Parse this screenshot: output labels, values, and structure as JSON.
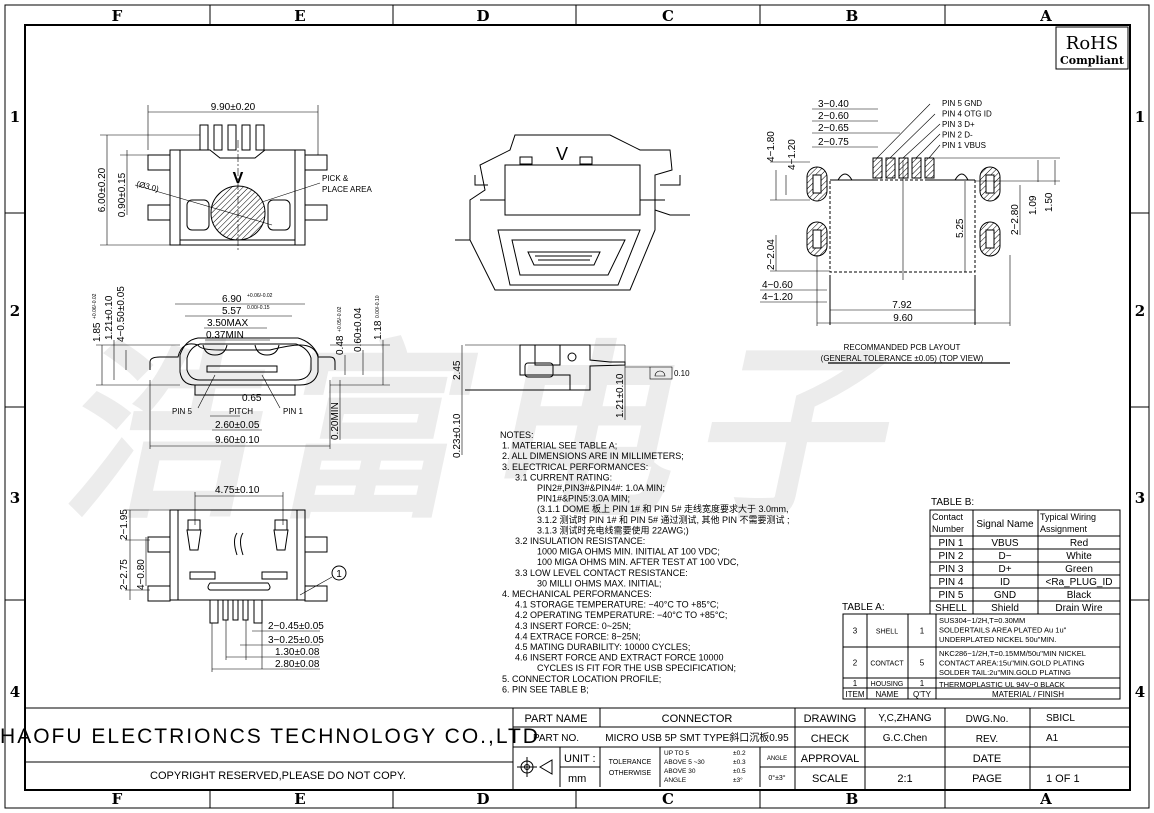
{
  "frame": {
    "columns": [
      "F",
      "E",
      "D",
      "C",
      "B",
      "A"
    ],
    "rows": [
      "1",
      "2",
      "3",
      "4"
    ]
  },
  "rohs": {
    "line1": "RoHS",
    "line2": "Compliant"
  },
  "watermark": "浩富电子",
  "top_view": {
    "width": "9.90±0.20",
    "height": "6.00±0.20",
    "offset": "0.90±0.15",
    "diameter": "(Ø3.0)",
    "pick_label_1": "PICK &",
    "pick_label_2": "PLACE AREA",
    "mark": "V"
  },
  "front_view": {
    "d1": "6.90",
    "d1_tol": "+0.06/-0.02",
    "d2": "5.57",
    "d2_tol": "0.00/-0.15",
    "d3": "3.50MAX",
    "d4": "0.37MIN",
    "h1": "1.85",
    "h1_tol": "+0.06/-0.02",
    "h2": "1.21±0.10",
    "h3": "4−0.50±0.05",
    "r1": "0.48",
    "r1_tol": "+0.05/-0.02",
    "r2": "0.60±0.04",
    "r3": "1.18",
    "r3_tol": "0.00/-0.10",
    "pitch_val": "0.65",
    "pitch": "PITCH",
    "pin5": "PIN 5",
    "pin1": "PIN 1",
    "w1": "2.60±0.05",
    "w2": "9.60±0.10",
    "min": "0.20MIN"
  },
  "bottom_view": {
    "width": "4.75±0.10",
    "v1": "2−1.95",
    "v2": "2−2.75",
    "v3": "4−0.80",
    "d1": "2−0.45±0.05",
    "d2": "3−0.25±0.05",
    "d3": "1.30±0.08",
    "d4": "2.80±0.08",
    "balloon": "1"
  },
  "side_view": {
    "h": "2.45",
    "h2": "1.21±0.10",
    "h3": "0.23±0.10",
    "flatness": "0.10"
  },
  "pcb_layout": {
    "pins": [
      "PIN 5 GND",
      "PIN 4 OTG ID",
      "PIN 3 D+",
      "PIN 2 D-",
      "PIN 1 VBUS"
    ],
    "d_a": "3−0.40",
    "d_b": "2−0.60",
    "d_c": "2−0.65",
    "d_d": "2−0.75",
    "v1": "4−1.80",
    "v2": "4−1.20",
    "v3": "2−2.04",
    "h1": "4−0.60",
    "h2": "4−1.20",
    "w1": "7.92",
    "w2": "9.60",
    "r1": "5.25",
    "r2": "2−2.80",
    "r3": "1.09",
    "r4": "1.50",
    "caption_1": "RECOMMANDED PCB LAYOUT",
    "caption_2": "(GENERAL TOLERANCE ±0.05) (TOP VIEW)"
  },
  "notes": [
    {
      "text": "NOTES:",
      "level": 0
    },
    {
      "text": "1. MATERIAL SEE TABLE A;",
      "level": 1
    },
    {
      "text": "2. ALL DIMENSIONS ARE IN MILLIMETERS;",
      "level": 1
    },
    {
      "text": "3. ELECTRICAL PERFORMANCES:",
      "level": 1
    },
    {
      "text": "3.1 CURRENT RATING:",
      "level": 2
    },
    {
      "text": "PIN2#,PIN3#&PIN4#: 1.0A MIN;",
      "level": 3
    },
    {
      "text": "PIN1#&PIN5:3.0A MIN;",
      "level": 3
    },
    {
      "text": "(3.1.1 DOME 板上 PIN 1# 和 PIN 5# 走线宽度要求大于 3.0mm,",
      "level": 3
    },
    {
      "text": "3.1.2 测试时 PIN 1# 和 PIN 5# 通过测试, 其他 PIN 不需要测试 ;",
      "level": 3
    },
    {
      "text": "3.1.3 测试时充电线需要使用 22AWG;)",
      "level": 3
    },
    {
      "text": "3.2 INSULATION RESISTANCE:",
      "level": 2
    },
    {
      "text": "1000 MIGA OHMS MIN. INITIAL AT 100 VDC;",
      "level": 3
    },
    {
      "text": "100 MIGA OHMS MIN. AFTER TEST AT 100 VDC,",
      "level": 3
    },
    {
      "text": "3.3 LOW LEVEL CONTACT RESISTANCE:",
      "level": 2
    },
    {
      "text": "30 MILLI OHMS MAX. INITIAL;",
      "level": 3
    },
    {
      "text": "4. MECHANICAL PERFORMANCES:",
      "level": 1
    },
    {
      "text": "4.1 STORAGE TEMPERATURE: −40°C TO +85°C;",
      "level": 2
    },
    {
      "text": "4.2 OPERATING TEMPERATURE: −40°C TO +85°C;",
      "level": 2
    },
    {
      "text": "4.3 INSERT FORCE: 0~25N;",
      "level": 2
    },
    {
      "text": "4.4 EXTRACE FORCE: 8~25N;",
      "level": 2
    },
    {
      "text": "4.5 MATING DURABILITY: 10000 CYCLES;",
      "level": 2
    },
    {
      "text": "4.6 INSERT FORCE AND EXTRACT FORCE 10000",
      "level": 2
    },
    {
      "text": "CYCLES IS FIT FOR THE USB SPECIFICATION;",
      "level": 3
    },
    {
      "text": "5. CONNECTOR LOCATION PROFILE;",
      "level": 1
    },
    {
      "text": "6. PIN SEE TABLE B;",
      "level": 1
    }
  ],
  "table_b": {
    "title": "TABLE B:",
    "headers": [
      [
        "Contact",
        "Number"
      ],
      [
        "Signal Name"
      ],
      [
        "Typical Wiring",
        "Assignment"
      ]
    ],
    "rows": [
      [
        "PIN 1",
        "VBUS",
        "Red"
      ],
      [
        "PIN 2",
        "D−",
        "White"
      ],
      [
        "PIN 3",
        "D+",
        "Green"
      ],
      [
        "PIN 4",
        "ID",
        "<Ra_PLUG_ID"
      ],
      [
        "PIN 5",
        "GND",
        "Black"
      ],
      [
        "SHELL",
        "Shield",
        "Drain Wire"
      ]
    ]
  },
  "table_a": {
    "title": "TABLE A:",
    "headers": [
      "ITEM",
      "NAME",
      "Q'TY",
      "MATERIAL / FINISH"
    ],
    "rows": [
      {
        "item": "3",
        "name": "SHELL",
        "qty": "1",
        "material": [
          "SUS304−1/2H,T=0.30MM",
          "SOLDERTAILS AREA PLATED Au 1u\"",
          "UNDERPLATED NICKEL 50u\"MIN."
        ]
      },
      {
        "item": "2",
        "name": "CONTACT",
        "qty": "5",
        "material": [
          "NKC286−1/2H,T=0.15MM/50u\"MIN NICKEL",
          "CONTACT AREA:15u\"MIN.GOLD PLATING",
          "SOLDER TAIL:2u\"MIN.GOLD PLATING"
        ]
      },
      {
        "item": "1",
        "name": "HOUSING",
        "qty": "1",
        "material": [
          "THERMOPLASTIC UL 94V−0 BLACK"
        ]
      }
    ]
  },
  "title_block": {
    "company": "HAOFU ELECTRIONCS TECHNOLOGY CO.,LTD",
    "copyright": "COPYRIGHT RESERVED,PLEASE DO NOT COPY.",
    "part_name_label": "PART NAME",
    "part_name": "CONNECTOR",
    "part_no_label": "PART NO.",
    "part_no": "MICRO USB 5P SMT TYPE斜口沉板0.95",
    "unit_label": "UNIT :",
    "unit": "mm",
    "tolerance_label_1": "TOLERANCE",
    "tolerance_label_2": "OTHERWISE",
    "tol_ranges": [
      "UP TO 5",
      "ABOVE 5 ~30",
      "ABOVE 30",
      "ANGLE"
    ],
    "tol_values": [
      "±0.2",
      "±0.3",
      "±0.5",
      "±3°"
    ],
    "angle_label": "ANGLE",
    "angle_value": "0°±3°",
    "drawing_label": "DRAWING",
    "drawing": "Y,C,ZHANG",
    "check_label": "CHECK",
    "check": "G.C.Chen",
    "approval_label": "APPROVAL",
    "approval": "",
    "scale_label": "SCALE",
    "scale": "2:1",
    "dwg_no_label": "DWG.No.",
    "dwg_no": "SBICL",
    "rev_label": "REV.",
    "rev": "A1",
    "date_label": "DATE",
    "date": "",
    "page_label": "PAGE",
    "page": "1 OF 1"
  }
}
